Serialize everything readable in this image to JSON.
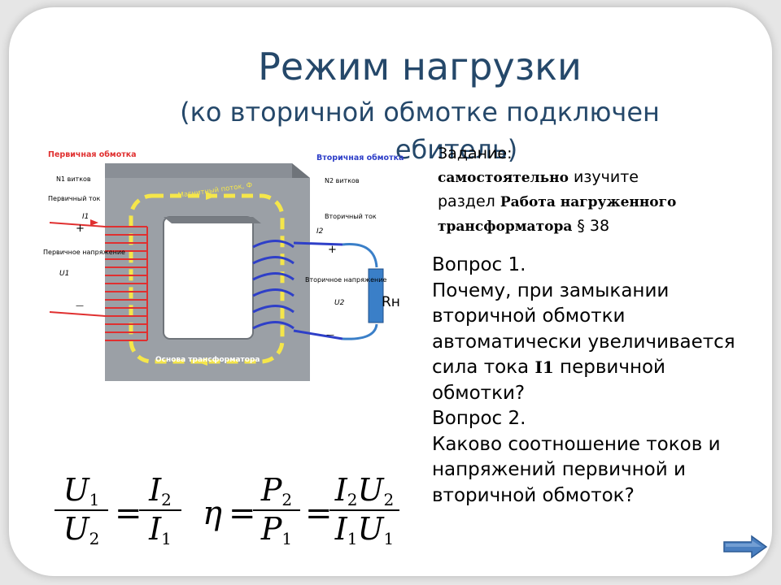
{
  "slide": {
    "title": "Режим нагрузки",
    "subtitle_line1": "(ко вторичной обмотке подключен",
    "subtitle_line2": "ебитель)"
  },
  "task": {
    "label": "Задание:",
    "part1": "самостоятельно",
    "part2": " изучите",
    "part3": "раздел ",
    "part4": "Работа нагруженного трансформатора",
    "part5": " § 38"
  },
  "questions": {
    "q1_title": "Вопрос 1.",
    "q1_text": "Почему, при замыкании вторичной обмотки автоматически увеличивается сила тока ",
    "q1_var": "I1",
    "q1_tail": " первичной обмотки?",
    "q2_title": "Вопрос 2.",
    "q2_text": "Каково соотношение токов и напряжений первичной и вторичной обмоток?"
  },
  "diagram": {
    "primary_winding": "Первичная обмотка",
    "primary_turns": "N1 витков",
    "primary_current": "Первичный ток",
    "primary_current_sym": "I1",
    "primary_voltage": "Первичное напряжение",
    "primary_voltage_sym": "U1",
    "secondary_winding": "Вторичная обмотка",
    "secondary_turns": "N2 витков",
    "secondary_current": "Вторичный ток",
    "secondary_current_sym": "I2",
    "secondary_voltage": "Вторичное напряжение",
    "secondary_voltage_sym": "U2",
    "magnetic_flux": "Магнитный поток, Ф",
    "core": "Основа трансформатора",
    "load": "Rн",
    "plus": "+",
    "minus": "—",
    "colors": {
      "primary": "#e03030",
      "secondary": "#2e3fc8",
      "flux": "#f5e64a",
      "core": "#8a8f96",
      "load": "#3a7fc8"
    }
  },
  "formulas": {
    "f1_num_left": "U",
    "f1_num_left_sub": "1",
    "f1_den_left": "U",
    "f1_den_left_sub": "2",
    "f1_eq": "=",
    "f1_num_right": "I",
    "f1_num_right_sub": "2",
    "f1_den_right": "I",
    "f1_den_right_sub": "1",
    "f2_eta": "η",
    "f2_eq1": "=",
    "f2_num_mid": "P",
    "f2_num_mid_sub": "2",
    "f2_den_mid": "P",
    "f2_den_mid_sub": "1",
    "f2_eq2": "=",
    "f2_num_right_a": "I",
    "f2_num_right_a_sub": "2",
    "f2_num_right_b": "U",
    "f2_num_right_b_sub": "2",
    "f2_den_right_a": "I",
    "f2_den_right_a_sub": "1",
    "f2_den_right_b": "U",
    "f2_den_right_b_sub": "1"
  },
  "navigation": {
    "next_icon": "arrow-right-icon",
    "color": "#4a7fc0"
  }
}
